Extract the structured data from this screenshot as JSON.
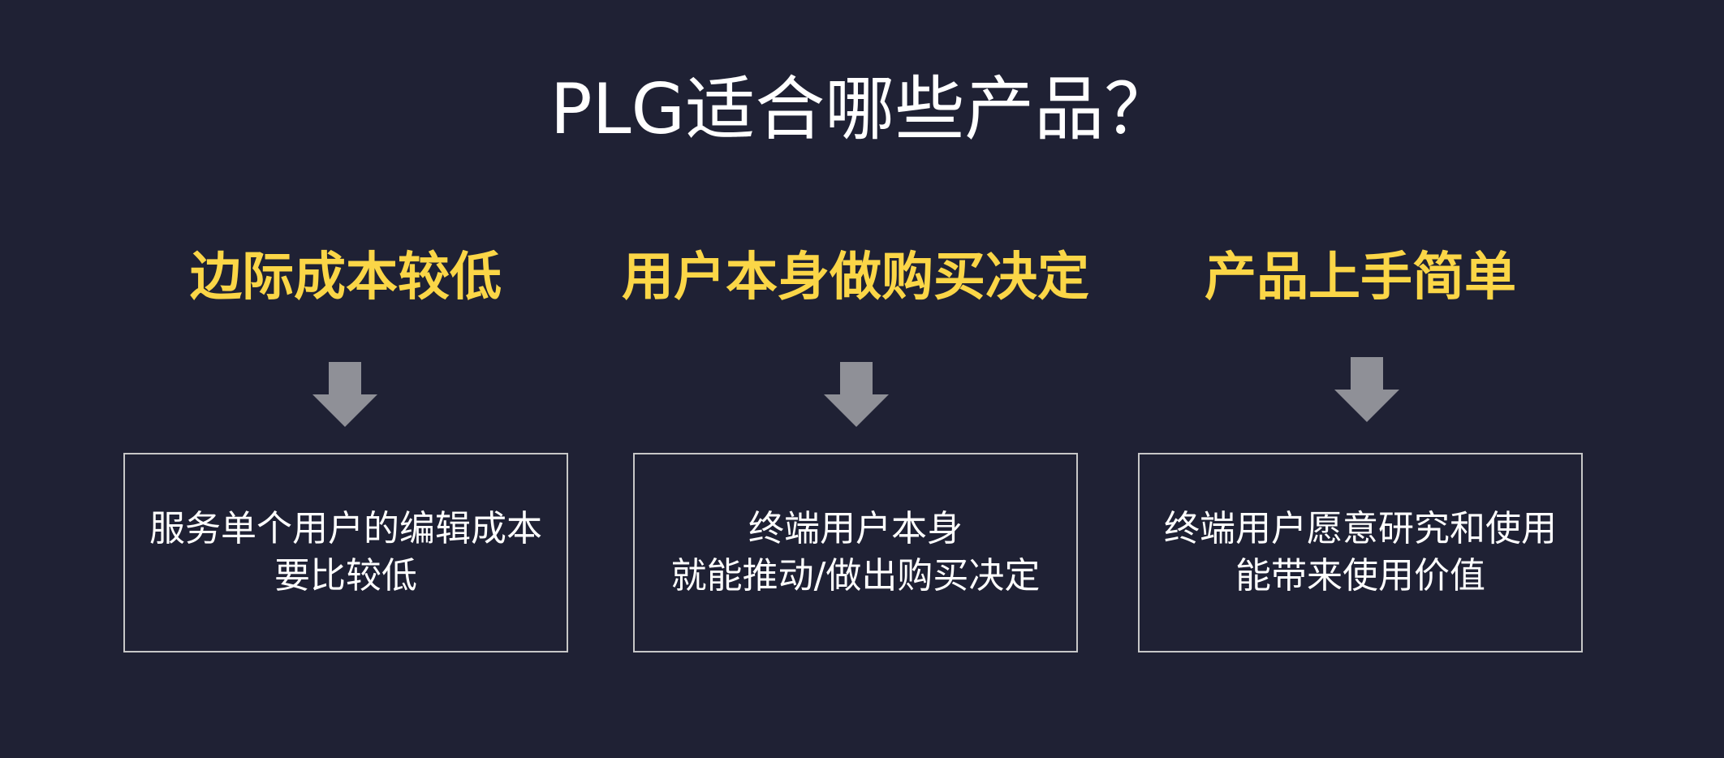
{
  "slide": {
    "title": "PLG适合哪些产品？",
    "columns": [
      {
        "heading": "边际成本较低",
        "lines": [
          "服务单个用户的编辑成本",
          "要比较低"
        ]
      },
      {
        "heading": "用户本身做购买决定",
        "lines": [
          "终端用户本身",
          "就能推动/做出购买决定"
        ]
      },
      {
        "heading": "产品上手简单",
        "lines": [
          "终端用户愿意研究和使用",
          "能带来使用价值"
        ]
      }
    ]
  },
  "colors": {
    "background": "#1f2134",
    "title": "#ffffff",
    "heading": "#fbd647",
    "arrow": "#8f9097",
    "box_border": "#c7c7c7",
    "box_text": "#ffffff"
  },
  "icons": {
    "arrow": "arrow-down-icon"
  }
}
